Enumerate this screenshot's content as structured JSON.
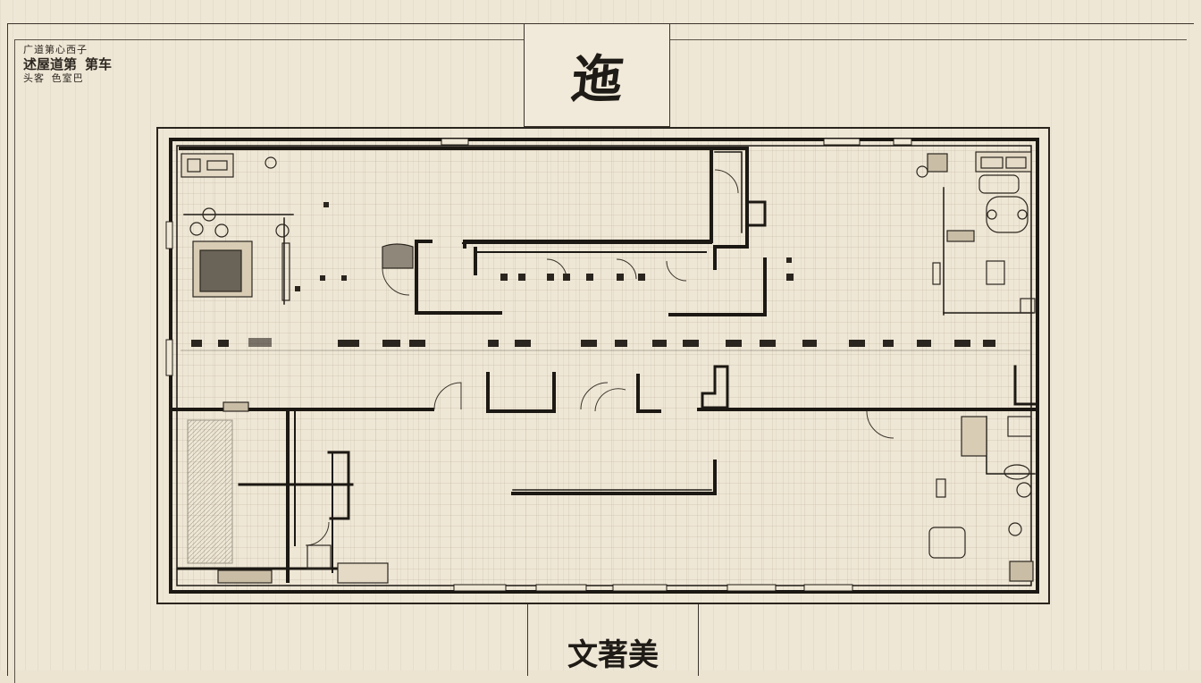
{
  "sheet": {
    "title": "迤",
    "footer_label": "文著美"
  },
  "legend": {
    "lines": [
      "广道第心西子",
      "述屋道第 第车",
      "头客 色室巴"
    ]
  },
  "colors": {
    "paper": "#efe7d6",
    "ink": "#1f1b16",
    "grid": "#c9bda6"
  }
}
